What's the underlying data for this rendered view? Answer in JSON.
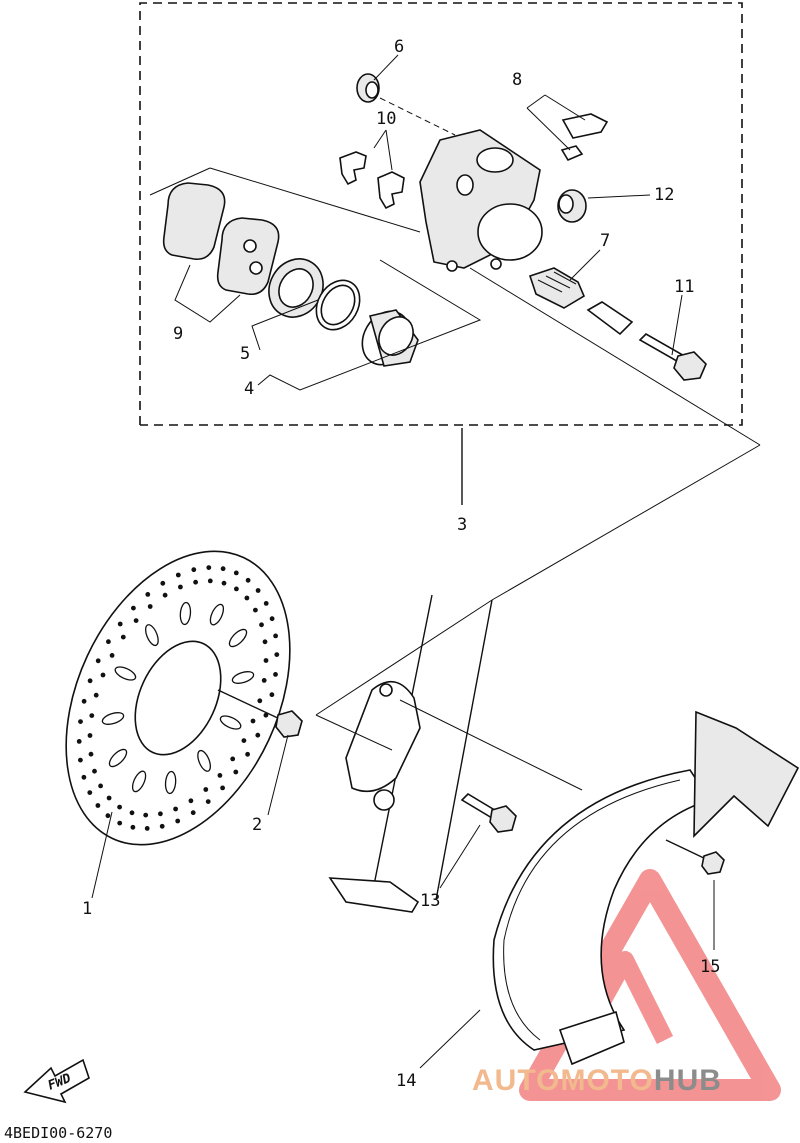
{
  "diagram": {
    "code": "4BEDI00-6270",
    "fwd_label": "FWD",
    "labels": {
      "p1": "1",
      "p2": "2",
      "p3": "3",
      "p4": "4",
      "p5": "5",
      "p6": "6",
      "p7": "7",
      "p8": "8",
      "p9": "9",
      "p10": "10",
      "p11": "11",
      "p12": "12",
      "p13": "13",
      "p14": "14",
      "p15": "15"
    }
  },
  "watermark": {
    "auto": "AUTO",
    "moto": "MOTO",
    "hub": "HUB",
    "colors": {
      "auto": "#f2b98e",
      "moto": "#f2b98e",
      "hub": "#8c8c8c",
      "logo": "#f07070"
    }
  }
}
